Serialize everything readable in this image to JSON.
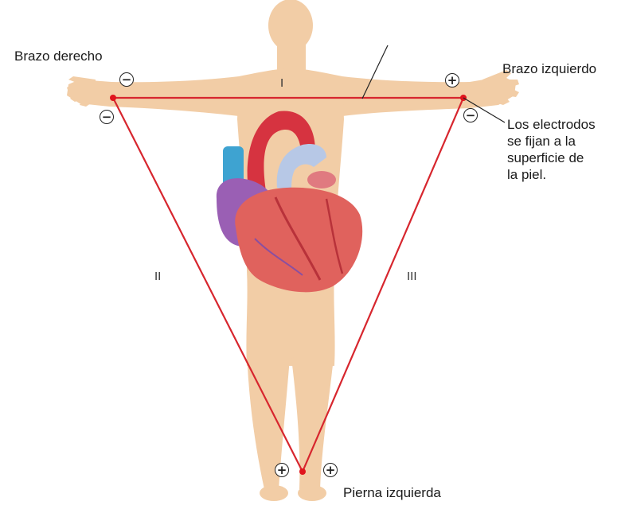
{
  "labels": {
    "right_arm": "Brazo derecho",
    "left_arm": "Brazo izquierdo",
    "left_leg": "Pierna izquierda",
    "note_lines": [
      "Los electrodos",
      "se fijan a la",
      "superficie de",
      "la piel."
    ]
  },
  "leads": {
    "lead_1": "I",
    "lead_2": "II",
    "lead_3": "III"
  },
  "polarity": {
    "right_arm_upper": "−",
    "right_arm_lower": "−",
    "left_arm_upper": "+",
    "left_arm_lower": "−",
    "left_leg_left": "+",
    "left_leg_right": "+"
  },
  "colors": {
    "skin": "#f2cda6",
    "skin_shadow": "#e8bb8f",
    "triangle": "#d7262e",
    "electrode": "#e0141c",
    "heart_muscle": "#e0625d",
    "heart_dark": "#b8323a",
    "atrium": "#9a5fb4",
    "vena_cava": "#3ea3d1",
    "pulmonary": "#b7c8e6",
    "aorta": "#d63340"
  }
}
